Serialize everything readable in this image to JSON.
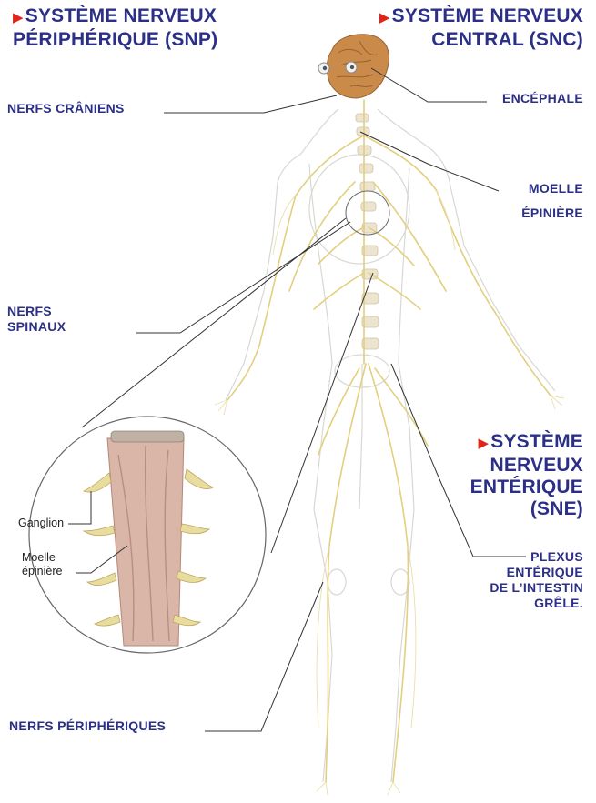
{
  "titles": {
    "snp": {
      "line1": "SYSTÈME NERVEUX",
      "line2": "PÉRIPHÉRIQUE (SNP)"
    },
    "snc": {
      "line1": "SYSTÈME NERVEUX",
      "line2": "CENTRAL (SNC)"
    },
    "sne": {
      "line1": "SYSTÈME",
      "line2": "NERVEUX",
      "line3": "ENTÉRIQUE",
      "line4": "(SNE)"
    }
  },
  "labels": {
    "nerfs_craniens": "NERFS CRÂNIENS",
    "encephale": "ENCÉPHALE",
    "moelle_line1": "MOELLE",
    "moelle_line2": "ÉPINIÈRE",
    "nerfs_spinaux_line1": "NERFS",
    "nerfs_spinaux_line2": "SPINAUX",
    "plexus_line1": "PLEXUS",
    "plexus_line2": "ENTÉRIQUE",
    "plexus_line3": "DE L’INTESTIN",
    "plexus_line4": "GRÊLE.",
    "nerfs_peripheriques": "NERFS PÉRIPHÉRIQUES"
  },
  "inset": {
    "ganglion": "Ganglion",
    "moelle_line1": "Moelle",
    "moelle_line2": "épinière"
  },
  "colors": {
    "title": "#2b2f86",
    "arrow": "#e2231a",
    "nerve": "#e8d58a",
    "brain": "#c98a4a",
    "spine": "#c9a99a"
  }
}
